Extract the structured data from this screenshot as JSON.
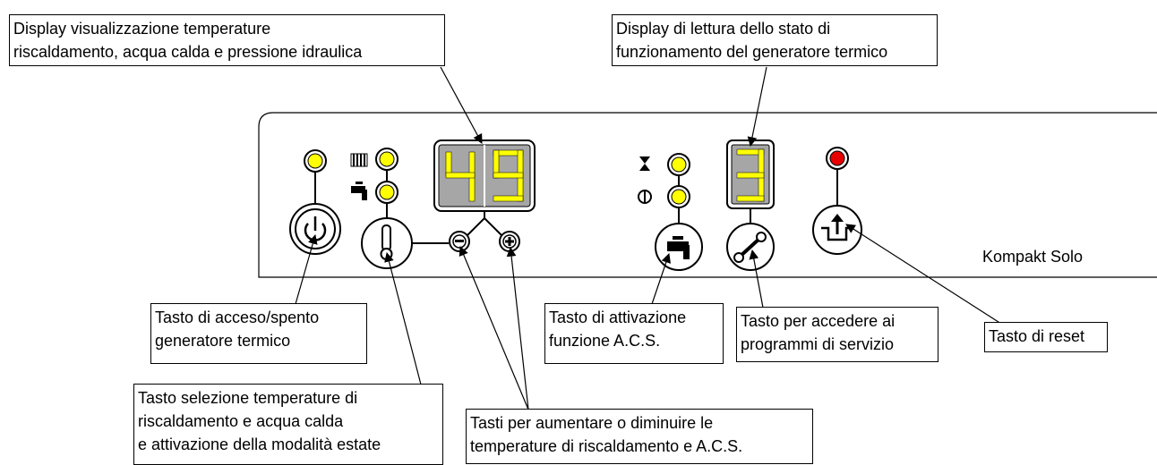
{
  "panel": {
    "model_label": "Kompakt Solo",
    "temperature_display": "49",
    "status_display": "3",
    "colors": {
      "led_on": "#ffff00",
      "led_reset": "#e60000",
      "display_bg": "#a6a6a6",
      "digit": "#ffff00"
    },
    "icons": [
      "power-icon",
      "thermometer-icon",
      "minus-icon",
      "plus-icon",
      "radiator-icon",
      "tap-icon",
      "hourglass-icon",
      "standby-icon",
      "wrench-icon",
      "reset-icon"
    ]
  },
  "callouts": {
    "display_temp": [
      "Display visualizzazione temperature",
      "riscaldamento, acqua calda e pressione idraulica"
    ],
    "display_status": [
      "Display di lettura dello stato di",
      "funzionamento del generatore termico"
    ],
    "power_key": [
      "Tasto di acceso/spento",
      "generatore termico"
    ],
    "select_key": [
      "Tasto selezione temperature di",
      "riscaldamento e acqua calda",
      "e attivazione della modalità estate"
    ],
    "dhw_key": [
      "Tasto di attivazione",
      "funzione A.C.S."
    ],
    "plusminus_keys": [
      "Tasti per aumentare o diminuire le",
      "temperature di riscaldamento e A.C.S."
    ],
    "service_key": [
      "Tasto per accedere ai",
      "programmi di servizio"
    ],
    "reset_key": [
      "Tasto di reset"
    ]
  }
}
